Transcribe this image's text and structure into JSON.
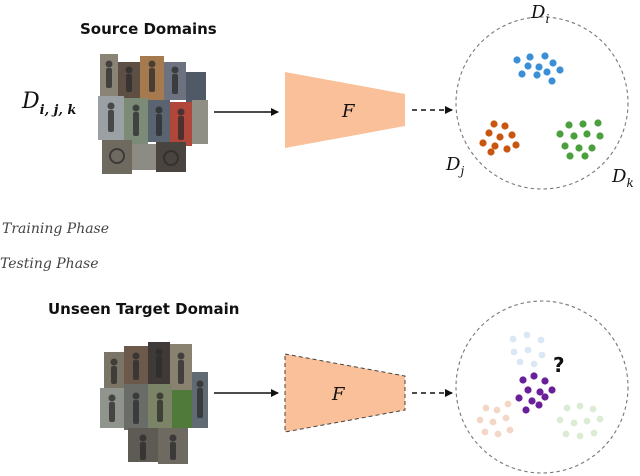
{
  "headings": {
    "source": "Source Domains",
    "target": "Unseen Target Domain"
  },
  "phases": {
    "training": "Training Phase",
    "testing": "Testing Phase"
  },
  "symbols": {
    "source_set": {
      "base": "D",
      "sub": "i, j, k"
    },
    "model": "F",
    "domain_i": {
      "base": "D",
      "sub": "i"
    },
    "domain_j": {
      "base": "D",
      "sub": "j"
    },
    "domain_k": {
      "base": "D",
      "sub": "k"
    },
    "unknown": "?"
  },
  "colors": {
    "model_fill": "#f9c09a",
    "cluster_i": "#3a8fd6",
    "cluster_j": "#c8560e",
    "cluster_k": "#4aa03c",
    "cluster_target": "#6a1f9a",
    "faded_i": "#dbe7f5",
    "faded_j": "#f2d7c6",
    "faded_k": "#dcebd4",
    "circle_stroke": "#777777"
  },
  "icons": {
    "photos": "pedestrian-photo-collage",
    "arrow": "right-arrow"
  }
}
